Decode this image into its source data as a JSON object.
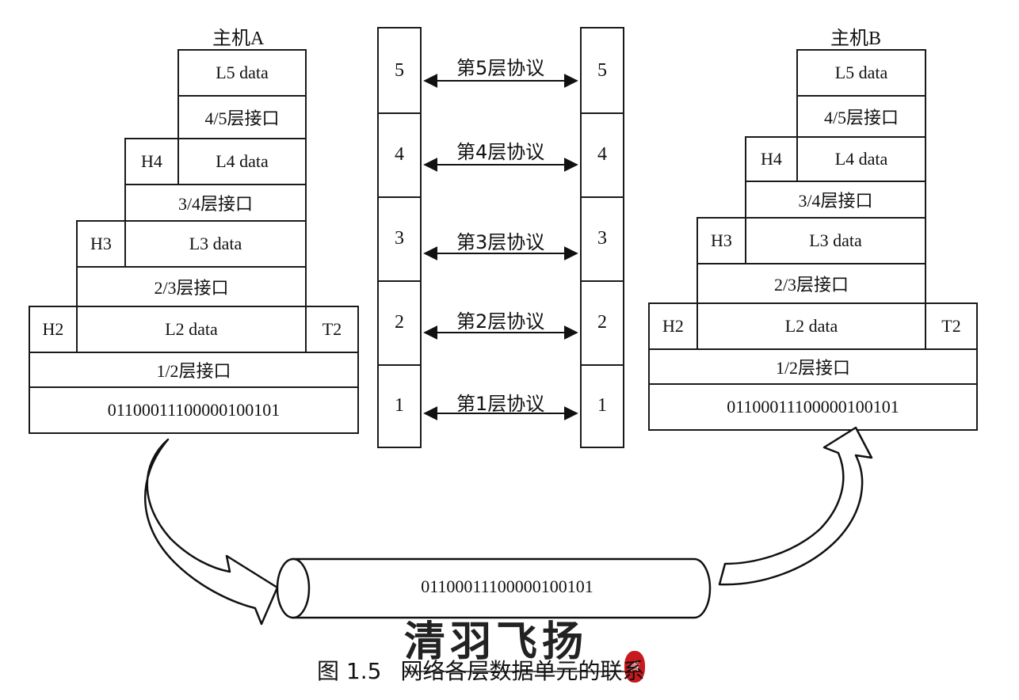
{
  "hosts": [
    {
      "id": "a",
      "title": "主机A",
      "l5_data": "L5 data",
      "if_45": "4/5层接口",
      "h4": "H4",
      "l4_data": "L4 data",
      "if_34": "3/4层接口",
      "h3": "H3",
      "l3_data": "L3 data",
      "if_23": "2/3层接口",
      "h2": "H2",
      "l2_data": "L2 data",
      "t2": "T2",
      "if_12": "1/2层接口",
      "bits": "01100011100000100101"
    },
    {
      "id": "b",
      "title": "主机B",
      "l5_data": "L5 data",
      "if_45": "4/5层接口",
      "h4": "H4",
      "l4_data": "L4 data",
      "if_34": "3/4层接口",
      "h3": "H3",
      "l3_data": "L3 data",
      "if_23": "2/3层接口",
      "h2": "H2",
      "l2_data": "L2 data",
      "t2": "T2",
      "if_12": "1/2层接口",
      "bits": "01100011100000100101"
    }
  ],
  "layers": {
    "left": [
      "5",
      "4",
      "3",
      "2",
      "1"
    ],
    "right": [
      "5",
      "4",
      "3",
      "2",
      "1"
    ],
    "protocols": [
      "第5层协议",
      "第4层协议",
      "第3层协议",
      "第2层协议",
      "第1层协议"
    ]
  },
  "medium": {
    "bits": "01100011100000100101"
  },
  "watermark": {
    "text": "清羽飞扬",
    "seal_char": "肯"
  },
  "caption": {
    "figure_no": "图 1.5",
    "title": "网络各层数据单元的联系"
  }
}
